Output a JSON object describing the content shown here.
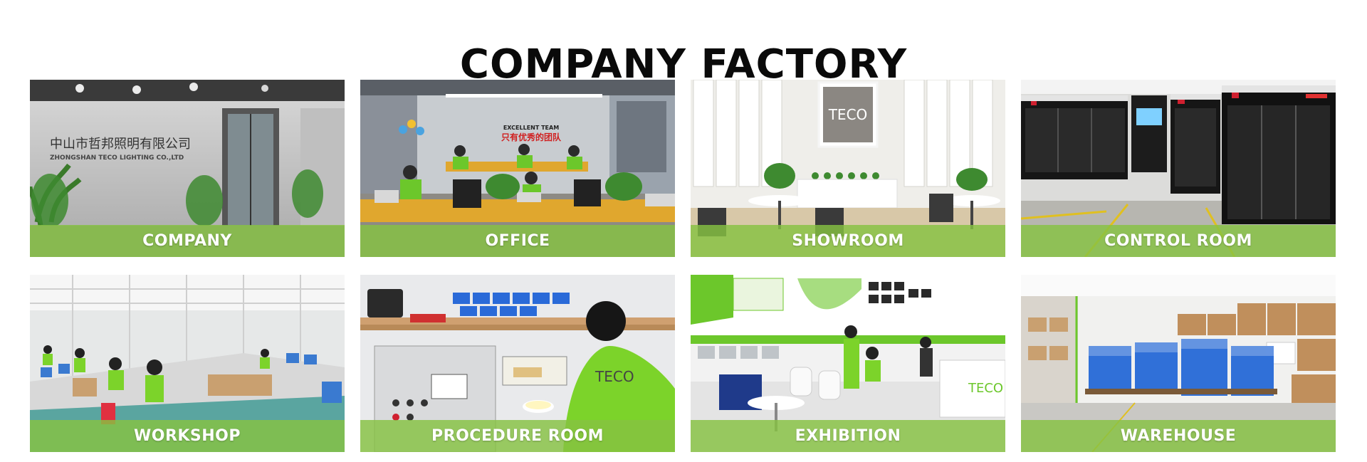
{
  "page": {
    "title": "COMPANY FACTORY",
    "accent_color": "#86c242"
  },
  "gallery": {
    "items": [
      {
        "label": "COMPANY",
        "scene": "reception-wall-photo",
        "sign_cn": "中山市哲邦照明有限公司",
        "sign_en": "ZHONGSHAN TECO LIGHTING CO.,LTD"
      },
      {
        "label": "OFFICE",
        "scene": "office-desks-photo",
        "sign_en": "EXCELLENT TEAM",
        "sign_cn": "只有优秀的团队"
      },
      {
        "label": "SHOWROOM",
        "scene": "showroom-shelves-photo",
        "logo": "TECO"
      },
      {
        "label": "CONTROL ROOM",
        "scene": "aging-test-cabinets-photo"
      },
      {
        "label": "WORKSHOP",
        "scene": "assembly-line-photo"
      },
      {
        "label": "PROCEDURE ROOM",
        "scene": "testing-bench-photo",
        "logo": "TECO"
      },
      {
        "label": "EXHIBITION",
        "scene": "exhibition-booth-photo",
        "logo": "TECO"
      },
      {
        "label": "WAREHOUSE",
        "scene": "warehouse-pallets-photo"
      }
    ]
  }
}
